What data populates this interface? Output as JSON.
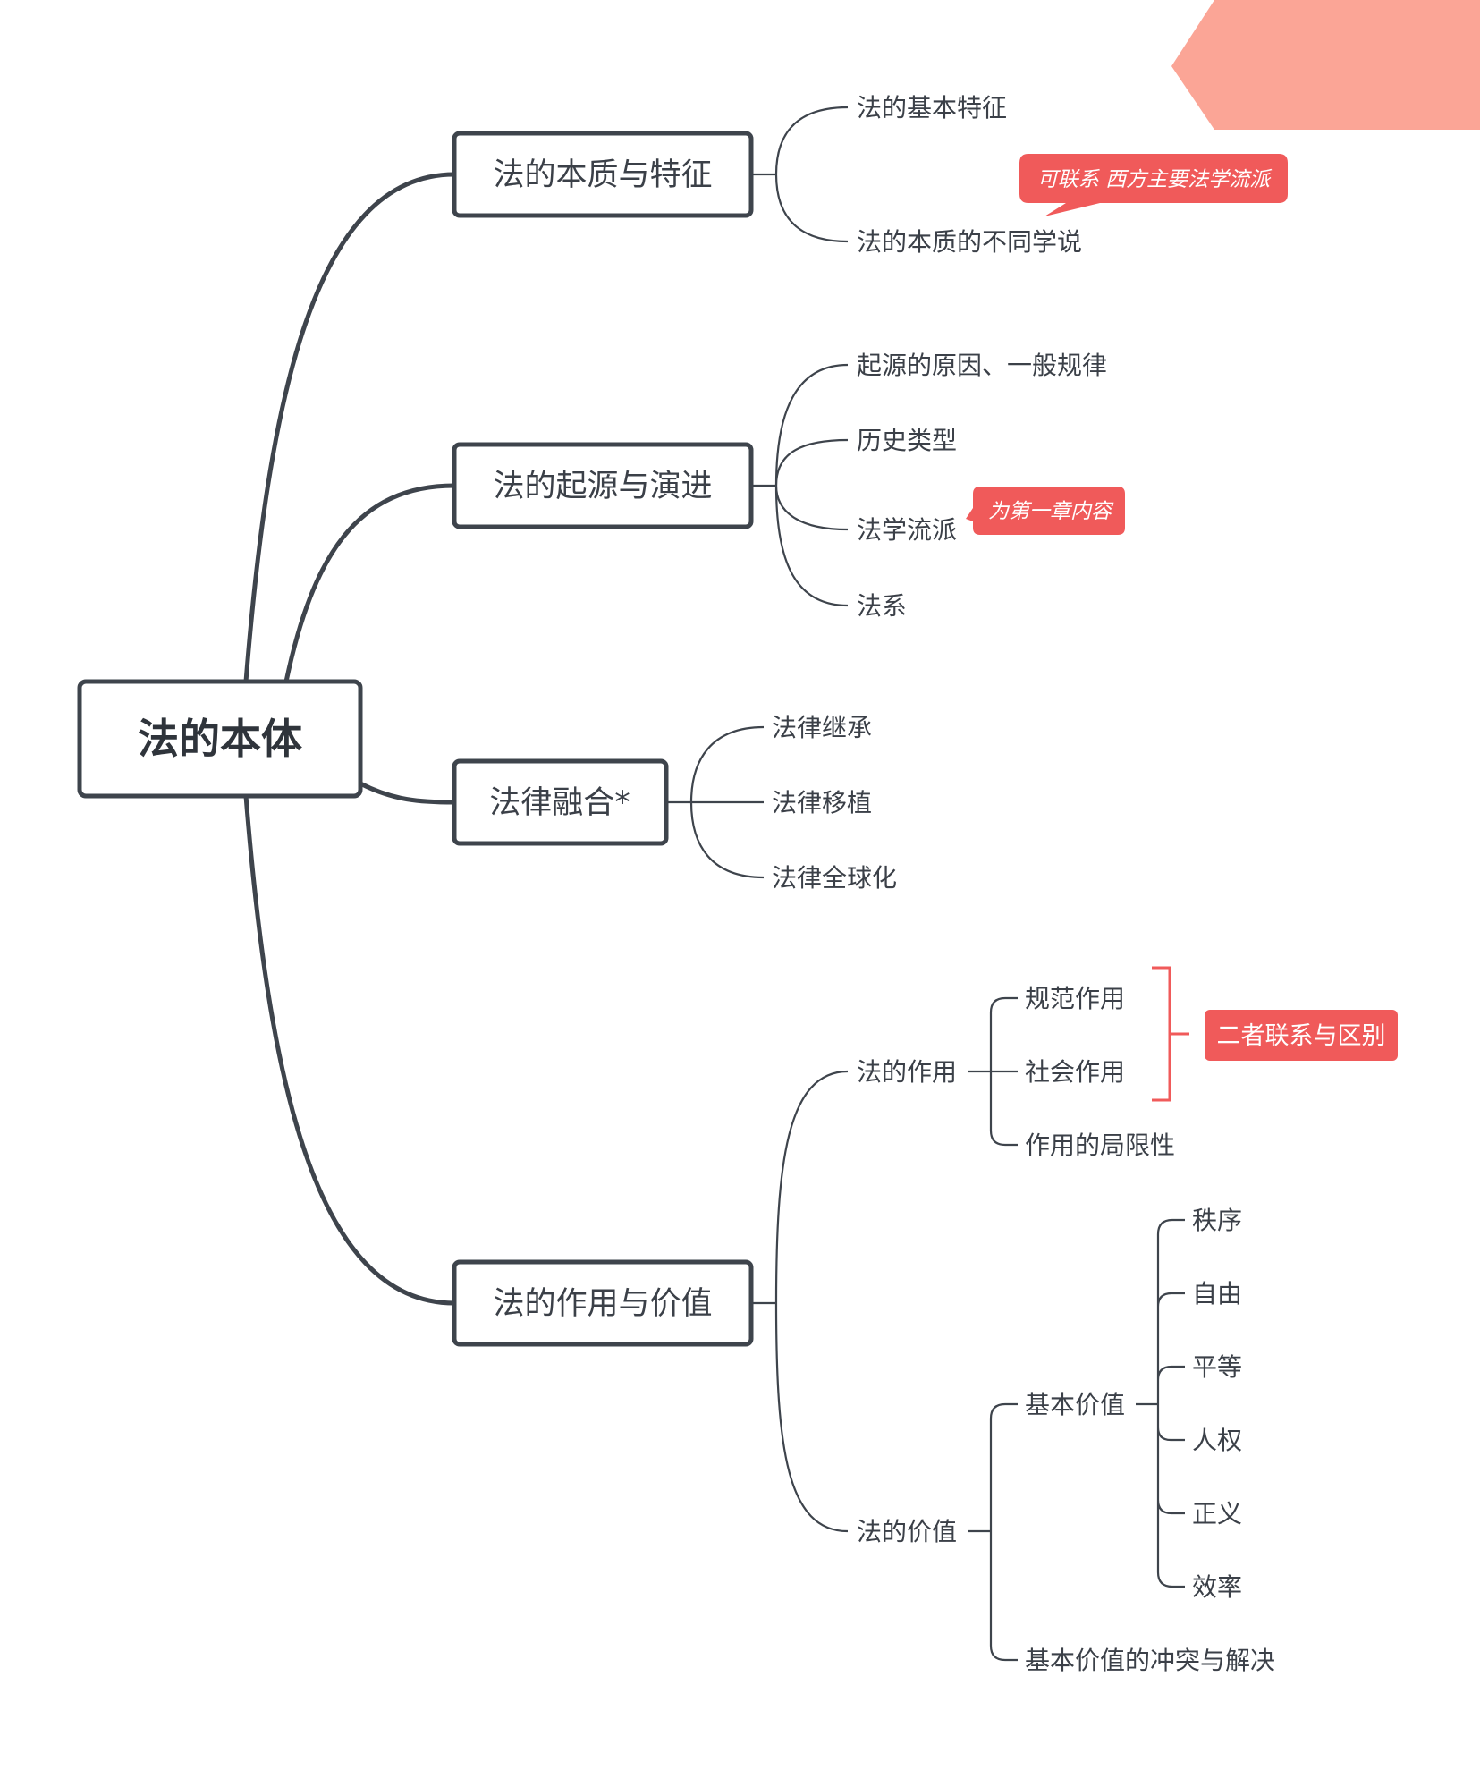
{
  "root": {
    "label": "法的本体"
  },
  "branches": [
    {
      "label": "法的本质与特征",
      "children": [
        {
          "label": "法的基本特征"
        },
        {
          "label": "法的本质的不同学说"
        }
      ]
    },
    {
      "label": "法的起源与演进",
      "children": [
        {
          "label": "起源的原因、一般规律"
        },
        {
          "label": "历史类型"
        },
        {
          "label": "法学流派"
        },
        {
          "label": "法系"
        }
      ]
    },
    {
      "label": "法律融合*",
      "children": [
        {
          "label": "法律继承"
        },
        {
          "label": "法律移植"
        },
        {
          "label": "法律全球化"
        }
      ]
    },
    {
      "label": "法的作用与价值",
      "children": [
        {
          "label": "法的作用",
          "children": [
            {
              "label": "规范作用"
            },
            {
              "label": "社会作用"
            },
            {
              "label": "作用的局限性"
            }
          ]
        },
        {
          "label": "法的价值",
          "children": [
            {
              "label": "基本价值",
              "children": [
                {
                  "label": "秩序"
                },
                {
                  "label": "自由"
                },
                {
                  "label": "平等"
                },
                {
                  "label": "人权"
                },
                {
                  "label": "正义"
                },
                {
                  "label": "效率"
                }
              ]
            },
            {
              "label": "基本价值的冲突与解决"
            }
          ]
        }
      ]
    }
  ],
  "callouts": [
    {
      "label": "可联系 西方主要法学流派"
    },
    {
      "label": "为第一章内容"
    }
  ],
  "summary_tag": {
    "label": "二者联系与区别"
  },
  "colors": {
    "line": "#3e444c",
    "accent_red": "#f05a5a",
    "decor_salmon": "#fba596"
  }
}
